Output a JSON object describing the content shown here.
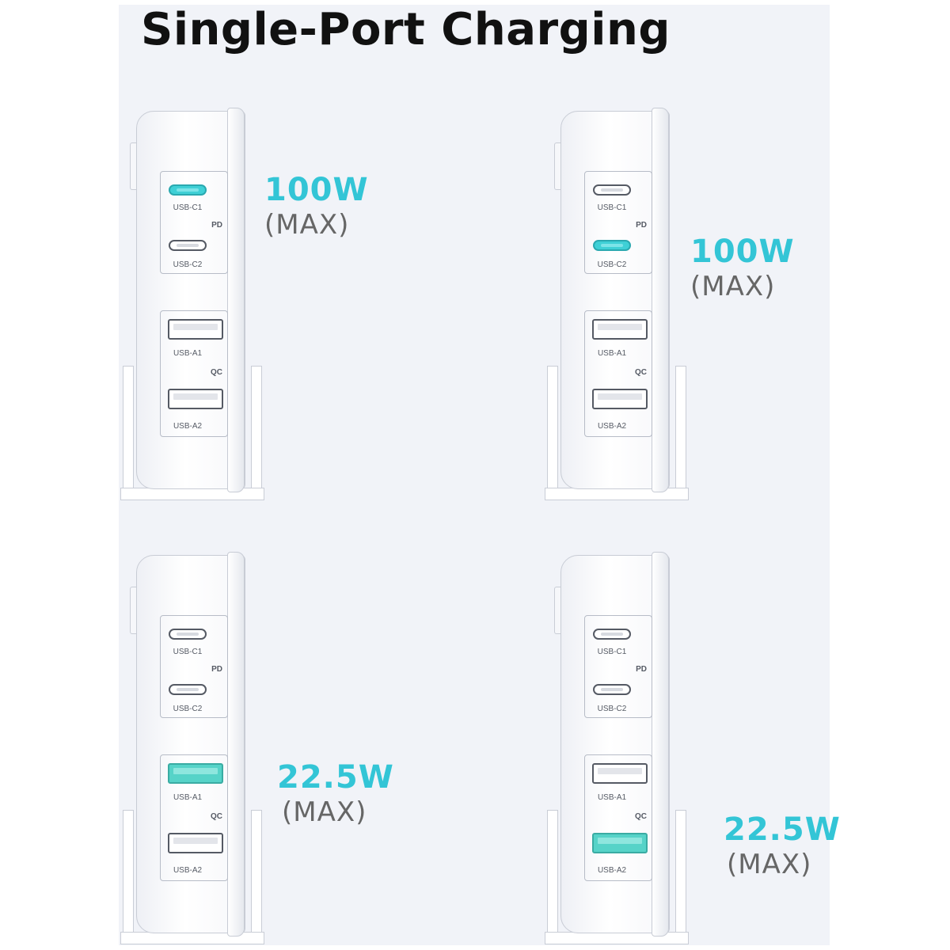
{
  "title": "Single-Port Charging",
  "colors": {
    "accent": "#33c5d6",
    "active_port": "#3fd0d6",
    "panel_bg": "#f1f3f8"
  },
  "labels": {
    "c1": "USB-C1",
    "c2": "USB-C2",
    "a1": "USB-A1",
    "a2": "USB-A2",
    "pd": "PD",
    "qc": "QC"
  },
  "configs": [
    {
      "active_port": "USB-C1",
      "watts": "100W",
      "max": "(MAX)"
    },
    {
      "active_port": "USB-C2",
      "watts": "100W",
      "max": "(MAX)"
    },
    {
      "active_port": "USB-A1",
      "watts": "22.5W",
      "max": "(MAX)"
    },
    {
      "active_port": "USB-A2",
      "watts": "22.5W",
      "max": "(MAX)"
    }
  ]
}
